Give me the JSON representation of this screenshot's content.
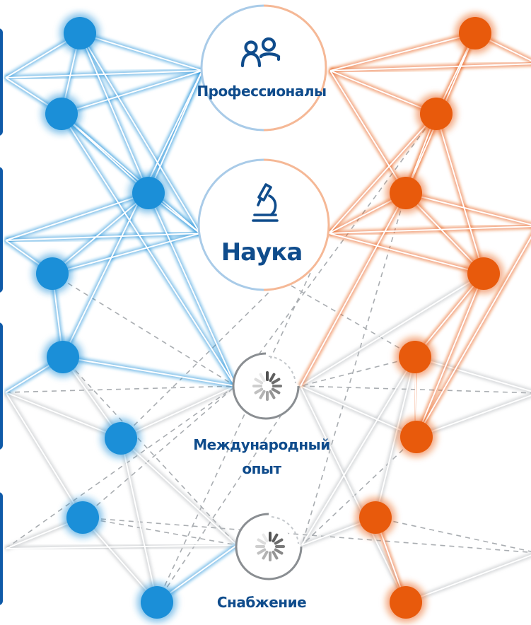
{
  "colors": {
    "blue": "#1b8fd8",
    "orange": "#e85a0c",
    "gray": "#b8bcc0",
    "label": "#0f4c8c"
  },
  "hubs": {
    "professionals": {
      "label": "Профессионалы",
      "icon": "people-icon",
      "state": "active"
    },
    "science": {
      "label": "Наука",
      "icon": "microscope-icon",
      "state": "active"
    },
    "international": {
      "label_line1": "Международный",
      "label_line2": "опыт",
      "icon": "loading-spinner-icon",
      "state": "loading"
    },
    "supply": {
      "label": "Снабжение",
      "icon": "loading-spinner-icon",
      "state": "loading"
    }
  }
}
